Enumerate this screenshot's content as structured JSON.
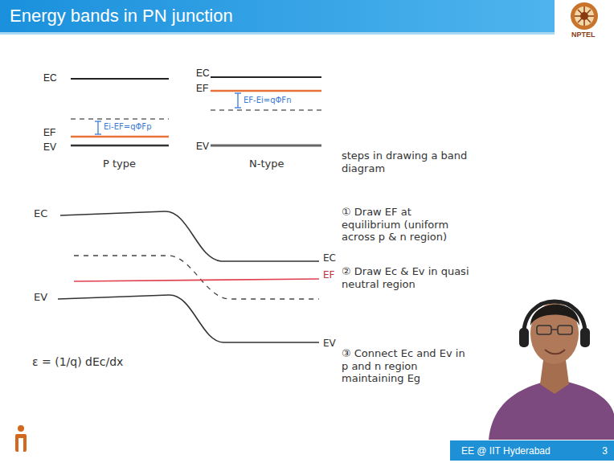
{
  "diagram": {
    "title": "Energy bands in PN junction",
    "nodes": [
      {
        "text": [
          "EE @ IIT Hyderabad",
          "3"
        ]
      }
    ],
    "labels": [
      "EC",
      "EF",
      "EV",
      "Ei-EF=qΦFp",
      "P type",
      "EC",
      "EF",
      "EV",
      "EF-Ei=qΦFn",
      "N-type",
      "EC",
      "EV",
      "EC",
      "EF",
      "EV",
      "ε = (1/q) dEc/dx",
      "steps in drawing a band diagram",
      "① Draw EF at equilibrium (uniform across p & n region)",
      "② Draw Ec & Ev in quasi neutral region",
      "③ Connect Ec and Ev in p and n region maintaining Eg",
      "NPTEL"
    ]
  }
}
